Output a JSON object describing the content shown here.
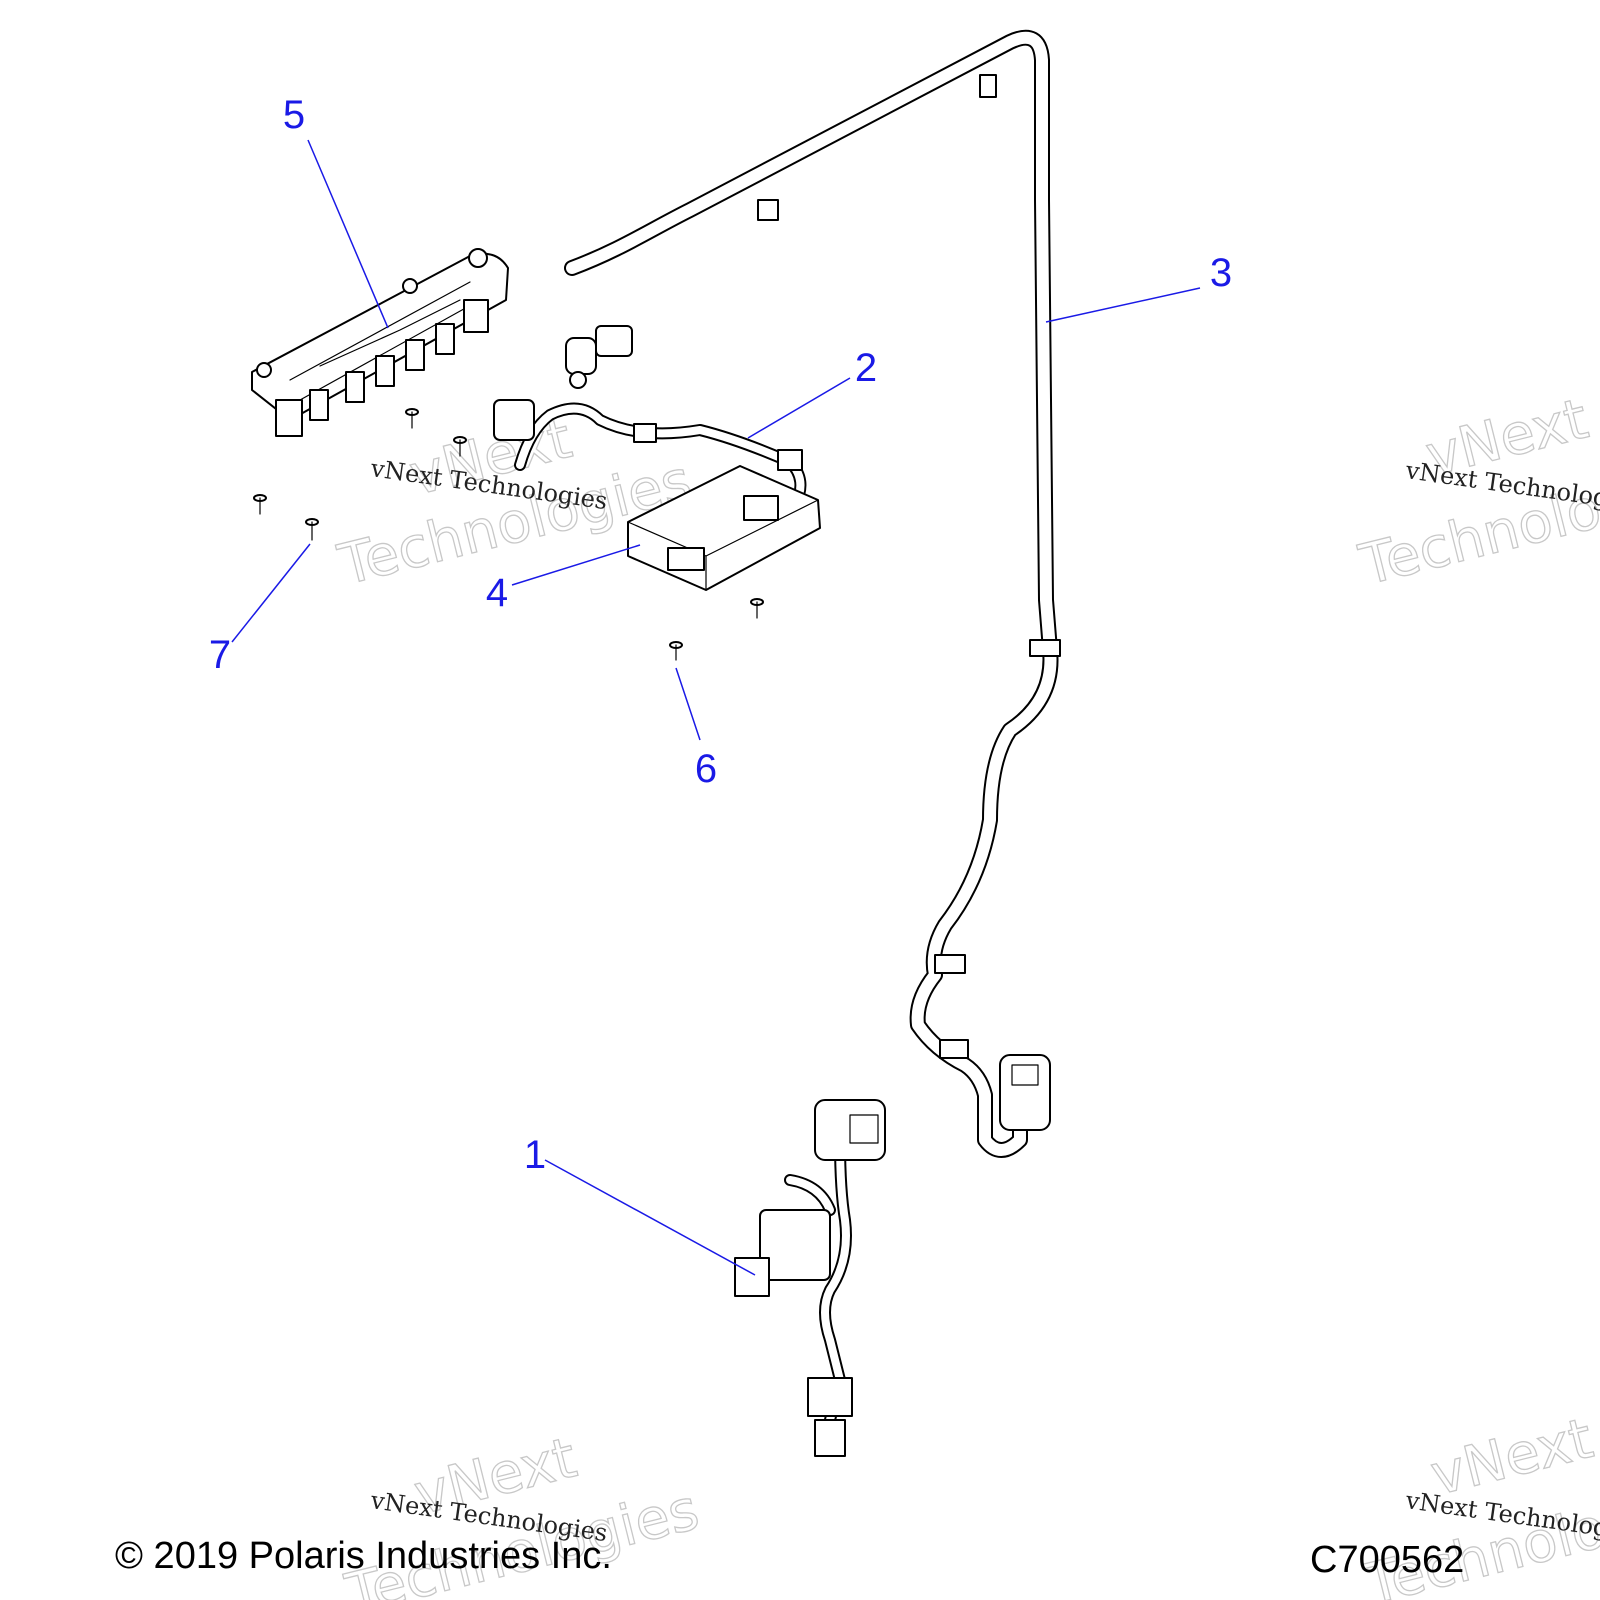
{
  "callouts": [
    {
      "label": "1"
    },
    {
      "label": "2"
    },
    {
      "label": "3"
    },
    {
      "label": "4"
    },
    {
      "label": "5"
    },
    {
      "label": "6"
    },
    {
      "label": "7"
    }
  ],
  "watermark": {
    "line_small": "vNext Technologies",
    "line_big_1": "vNext",
    "line_big_2": "Technologies"
  },
  "footer": {
    "copyright": "© 2019 Polaris Industries Inc.",
    "figure_id": "C700562"
  },
  "colors": {
    "callout": "#1a1ae6",
    "line_art": "#000000",
    "watermark_outline": "#c8c8c8"
  }
}
